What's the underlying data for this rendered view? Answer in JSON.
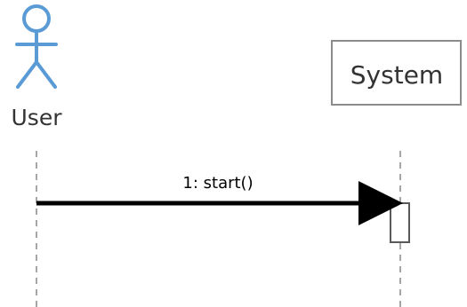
{
  "diagram": {
    "type": "sequence",
    "participants": [
      {
        "kind": "actor",
        "name": "User",
        "color": "#5b9bd5"
      },
      {
        "kind": "object",
        "name": "System",
        "border_color": "#8c8c8c"
      }
    ],
    "messages": [
      {
        "label": "1: start()",
        "from": "User",
        "to": "System",
        "style": "synchronous"
      }
    ],
    "lifeline_color": "#a6a6a6",
    "arrow_color": "#000000"
  }
}
